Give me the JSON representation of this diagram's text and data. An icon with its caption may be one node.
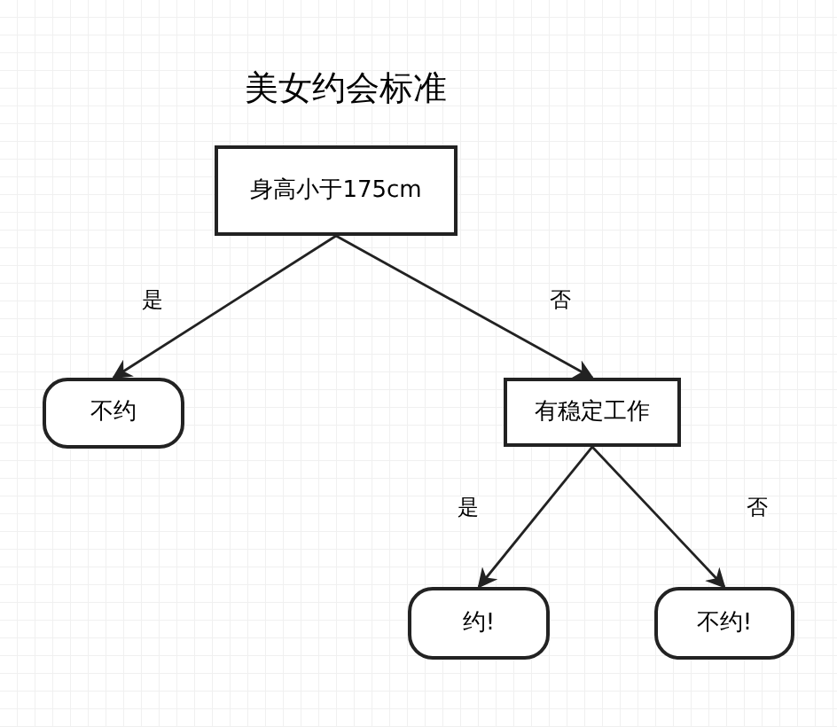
{
  "diagram": {
    "title": "美女约会标准",
    "nodes": [
      {
        "text": [
          "身高小于175cm"
        ]
      },
      {
        "text": [
          "不约"
        ]
      },
      {
        "text": [
          "有稳定工作"
        ]
      },
      {
        "text": [
          "约!"
        ]
      },
      {
        "text": [
          "不约!"
        ]
      }
    ],
    "edges": [
      {
        "from": 0,
        "to": 1,
        "arrow": "to",
        "label": "是"
      },
      {
        "from": 0,
        "to": 2,
        "arrow": "to",
        "label": "否"
      },
      {
        "from": 2,
        "to": 3,
        "arrow": "to",
        "label": "是"
      },
      {
        "from": 2,
        "to": 4,
        "arrow": "to",
        "label": "否"
      }
    ]
  }
}
